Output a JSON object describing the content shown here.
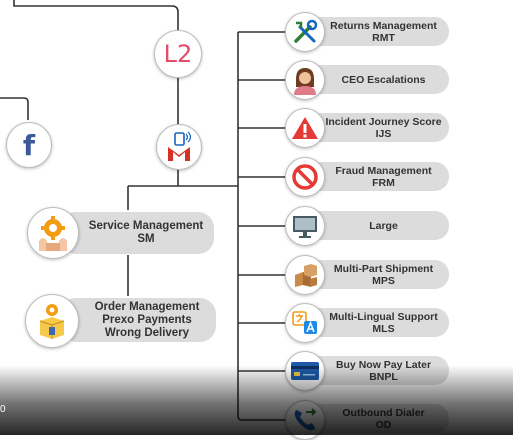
{
  "logo": {
    "l2": "L2",
    "facebook": "f"
  },
  "left_nodes": [
    {
      "title": "Service Management",
      "abbr": "SM"
    },
    {
      "title": "Order Management",
      "line2": "Prexo Payments",
      "line3": "Wrong Delivery"
    }
  ],
  "right_nodes": [
    {
      "title": "Returns Management",
      "abbr": "RMT",
      "icon": "tools-icon"
    },
    {
      "title": "CEO Escalations",
      "abbr": "",
      "icon": "person-icon"
    },
    {
      "title": "Incident Journey Score",
      "abbr": "IJS",
      "icon": "warning-icon"
    },
    {
      "title": "Fraud Management",
      "abbr": "FRM",
      "icon": "prohibited-icon"
    },
    {
      "title": "Large",
      "abbr": "",
      "icon": "monitor-icon"
    },
    {
      "title": "Multi-Part Shipment",
      "abbr": "MPS",
      "icon": "boxes-icon"
    },
    {
      "title": "Multi-Lingual Support",
      "abbr": "MLS",
      "icon": "translate-icon"
    },
    {
      "title": "Buy Now Pay Later",
      "abbr": "BNPL",
      "icon": "credit-card-icon"
    },
    {
      "title": "Outbound Dialer",
      "abbr": "OD",
      "icon": "phone-icon"
    }
  ],
  "colors": {
    "pill": "#dcdcdc",
    "line": "#333333",
    "l2": "#e44d6a",
    "facebook": "#3b5998",
    "gmail_red": "#d93025",
    "warning_red": "#e53935",
    "orange": "#f39c12"
  },
  "overlay": {
    "edge_glyph": "0"
  }
}
